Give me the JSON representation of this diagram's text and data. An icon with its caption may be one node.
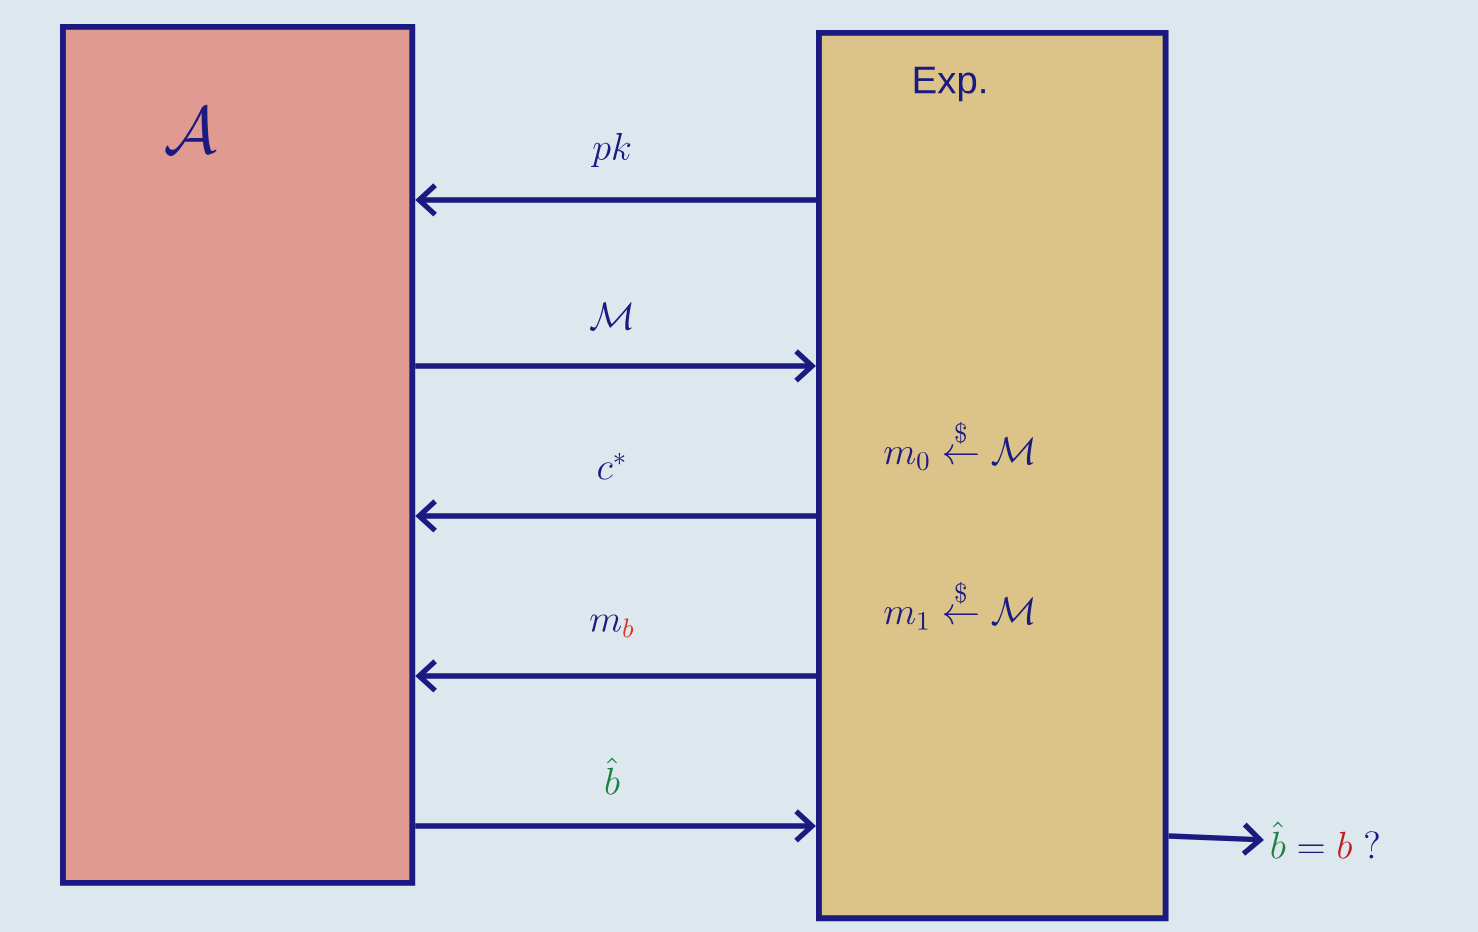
{
  "diagram": {
    "nodes": [
      {
        "text": [
          "\\mathcal{A}"
        ]
      },
      {
        "text": [
          "Exp.",
          "m_0 \\stackrel{\\$}{\\leftarrow} \\mathcal{M}",
          "m_1 \\stackrel{\\$}{\\leftarrow} \\mathcal{M}"
        ]
      },
      {
        "text": [
          "\\textcolor[HTML]{1E8040}{\\hat{b}} = \\textcolor[HTML]{C02020}{b}\\ ?"
        ]
      }
    ],
    "edges": [
      {
        "from": 1,
        "to": 0,
        "arrow": "to",
        "label": "pk"
      },
      {
        "from": 0,
        "to": 1,
        "arrow": "to",
        "label": "\\mathcal{M}"
      },
      {
        "from": 1,
        "to": 0,
        "arrow": "to",
        "label": "c^*"
      },
      {
        "from": 1,
        "to": 0,
        "arrow": "to",
        "label": "m_{\\textcolor[HTML]{E03020}{b}}"
      },
      {
        "from": 0,
        "to": 1,
        "arrow": "to",
        "label": "\\textcolor[HTML]{1E8040}{\\hat{b}}"
      },
      {
        "from": 1,
        "to": 2,
        "arrow": "to"
      }
    ]
  }
}
